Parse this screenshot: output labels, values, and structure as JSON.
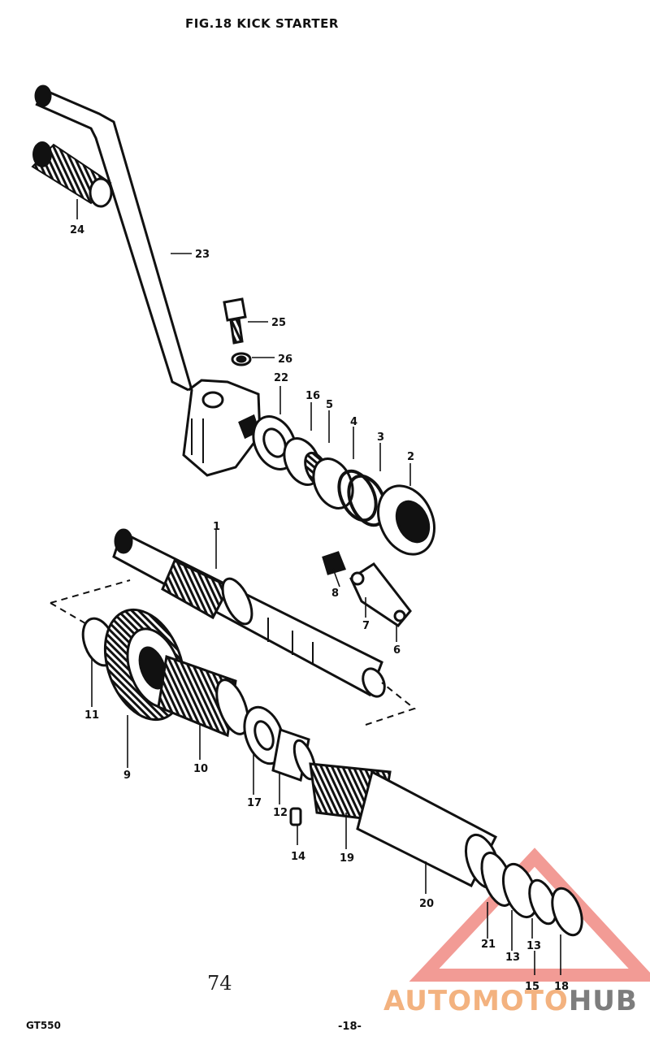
{
  "title": "FIG.18  KICK STARTER",
  "page_number": "-18-",
  "model_code": "GT550",
  "handwritten_number": "74",
  "watermark": {
    "text_accent": "AUTOMOTO",
    "text_dark": "HUB",
    "accent_color": "#f3b27f",
    "dark_color": "#7d7d7d",
    "triangle_color": "#f08a82"
  },
  "part_labels": {
    "p1": "1",
    "p2": "2",
    "p3": "3",
    "p4": "4",
    "p5": "5",
    "p6": "6",
    "p7": "7",
    "p8": "8",
    "p9": "9",
    "p10": "10",
    "p11": "11",
    "p12": "12",
    "p13a": "13",
    "p13b": "13",
    "p14": "14",
    "p15": "15",
    "p16": "16",
    "p17": "17",
    "p18": "18",
    "p19": "19",
    "p20": "20",
    "p21": "21",
    "p22": "22",
    "p23": "23",
    "p24": "24",
    "p25": "25",
    "p26": "26"
  }
}
